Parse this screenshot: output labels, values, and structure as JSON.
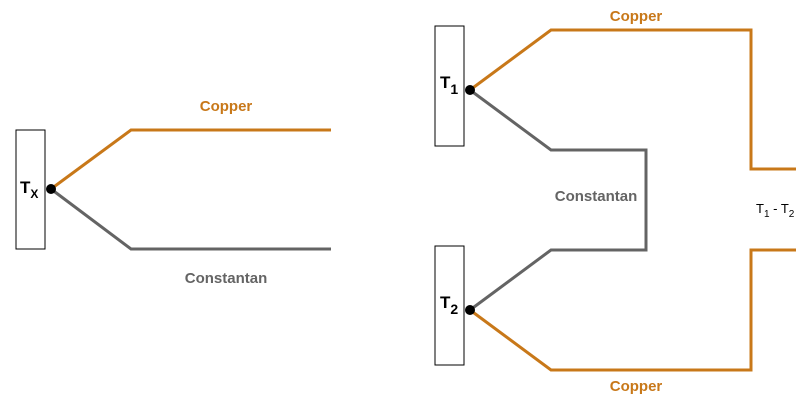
{
  "colors": {
    "copper": "#c87819",
    "constantan": "#646464",
    "junction": "#000000",
    "text": "#000000",
    "box_stroke": "#000000",
    "box_fill": "#ffffff"
  },
  "left_circuit": {
    "junction_label": {
      "main": "T",
      "sub": "X"
    },
    "copper_label": "Copper",
    "constantan_label": "Constantan"
  },
  "right_circuit": {
    "junction_1_label": {
      "main": "T",
      "sub": "1"
    },
    "junction_2_label": {
      "main": "T",
      "sub": "2"
    },
    "copper_top_label": "Copper",
    "copper_bottom_label": "Copper",
    "constantan_label": "Constantan",
    "output_label": {
      "a": "T",
      "a_sub": "1",
      "sep": " - ",
      "b": "T",
      "b_sub": "2"
    }
  }
}
